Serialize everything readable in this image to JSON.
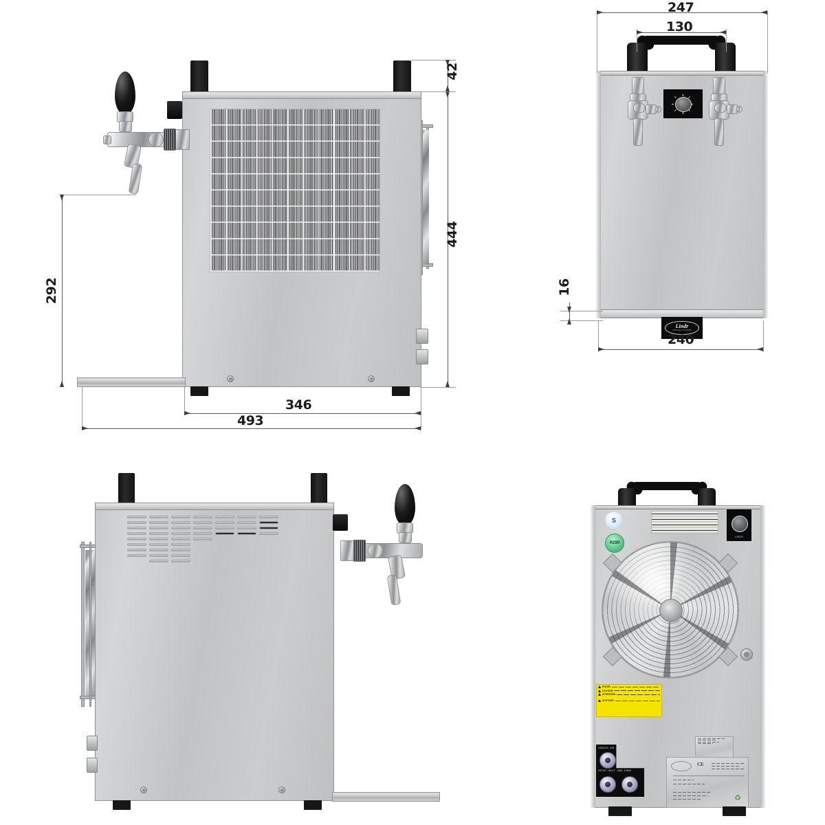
{
  "document": {
    "type": "technical-dimension-drawing",
    "subject": "Lindr two-tap mobile beer dispenser / dry cooler",
    "units": "mm",
    "background_color": "#ffffff",
    "line_color": "#5a5a5a",
    "body_color": "#c9cacb"
  },
  "views": [
    {
      "id": "side-view-left",
      "name": "Left side elevation with tap and condenser",
      "position": "top-left"
    },
    {
      "id": "front-view",
      "name": "Front elevation with two taps, thermostat knob and logo",
      "position": "top-right"
    },
    {
      "id": "side-view-right",
      "name": "Right side elevation with tap and louvred vents",
      "position": "bottom-left"
    },
    {
      "id": "rear-view",
      "name": "Rear elevation with fan, warning label and connections",
      "position": "bottom-right"
    }
  ],
  "dimensions": {
    "side_view": [
      {
        "id": "height-tap-to-base",
        "value": "292",
        "orientation": "vertical",
        "description": "tap outlet height above base"
      },
      {
        "id": "height-body",
        "value": "444",
        "orientation": "vertical",
        "description": "overall body height without handle"
      },
      {
        "id": "height-handle",
        "value": "42",
        "orientation": "vertical",
        "description": "handle post height above body"
      },
      {
        "id": "depth-body",
        "value": "346",
        "orientation": "horizontal",
        "description": "cabinet depth"
      },
      {
        "id": "depth-with-tray",
        "value": "493",
        "orientation": "horizontal",
        "description": "overall depth including drip tray"
      }
    ],
    "front_view": [
      {
        "id": "width-overall",
        "value": "247",
        "orientation": "horizontal",
        "description": "overall cabinet width"
      },
      {
        "id": "width-handle",
        "value": "130",
        "orientation": "horizontal",
        "description": "carry handle width"
      },
      {
        "id": "height-base",
        "value": "16",
        "orientation": "vertical",
        "description": "base / foot rail height"
      },
      {
        "id": "width-base",
        "value": "240",
        "orientation": "horizontal",
        "description": "base width"
      }
    ]
  },
  "front_view": {
    "logo": {
      "name": "Lindr",
      "subtitle": "COOLING SYSTEMS"
    },
    "control": {
      "name": "thermostat-knob",
      "tick_count": 8
    }
  },
  "rear_view": {
    "badges": [
      {
        "id": "quality-badge",
        "shape": "hexagon",
        "color": "#aec6e0",
        "glyph": "S"
      },
      {
        "id": "eco-badge",
        "shape": "circle",
        "color": "#59c488",
        "glyph": "R290"
      }
    ],
    "warning_sticker": {
      "color": "#f5e400",
      "rows": [
        "POZOR",
        "CAUTION",
        "ATTENTION",
        "ACHTUNG"
      ]
    },
    "connection_panel": {
      "labels": [
        "VZDUCH / AIR",
        "VSTUP / INLET - MAX. 6 BAR"
      ],
      "ports": 3
    },
    "rating_plate": {
      "marks": [
        "CE"
      ]
    },
    "knob_panel": {
      "label": "LINDR"
    }
  },
  "icons": {
    "tap_handle": "beer-tap-handle-icon",
    "fan": "cooling-fan-icon",
    "warning": "warning-triangle-icon",
    "handle": "carry-handle-icon"
  }
}
